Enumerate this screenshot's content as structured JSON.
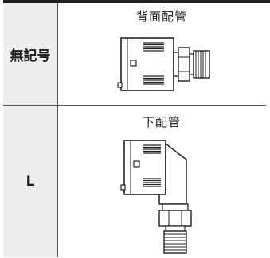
{
  "rows": [
    {
      "label": "無記号",
      "title": "背面配管"
    },
    {
      "label": "L",
      "title": "下配管"
    }
  ],
  "colors": {
    "header_bg": "#eeeeee",
    "line": "#555555",
    "ink": "#222222"
  }
}
